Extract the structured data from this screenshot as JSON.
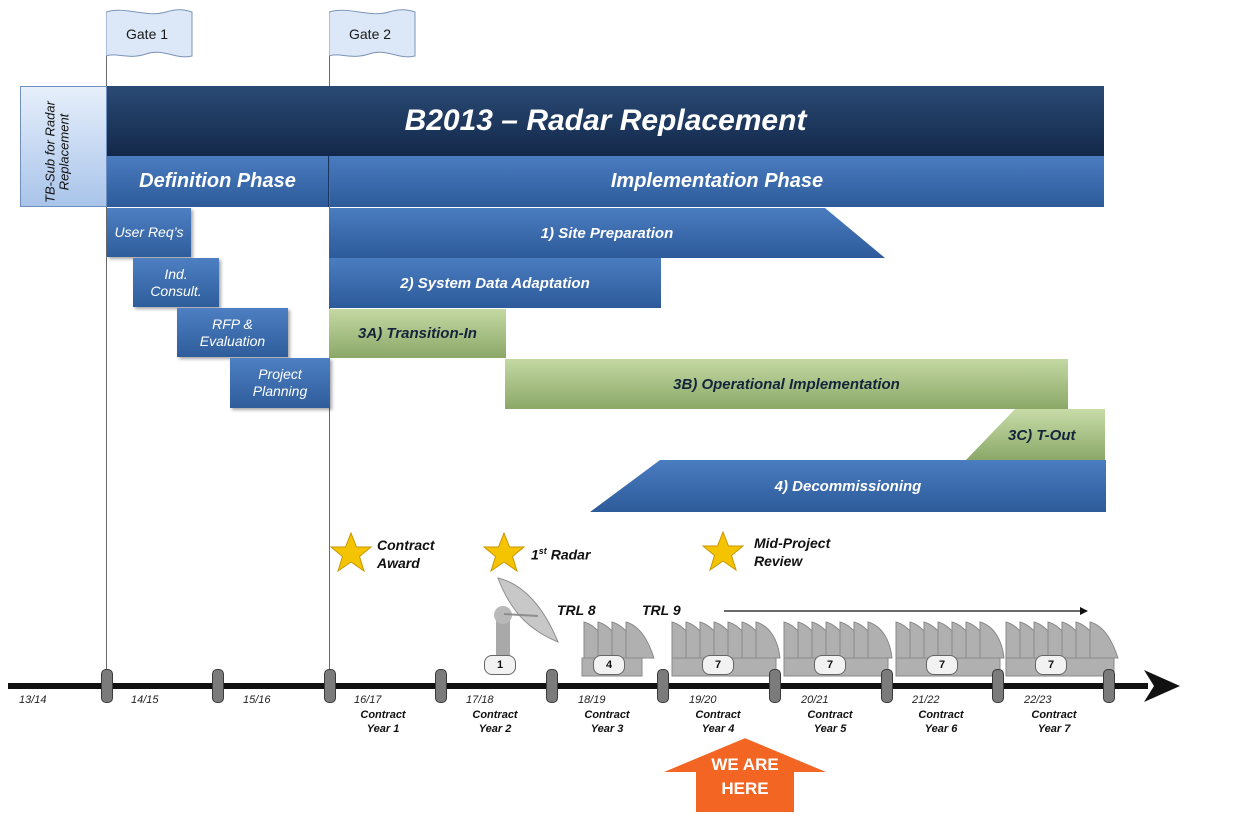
{
  "gates": [
    "Gate 1",
    "Gate 2"
  ],
  "sidebox": "TB-Sub for Radar Replacement",
  "title": "B2013 – Radar Replacement",
  "phases": {
    "definition": "Definition Phase",
    "implementation": "Implementation Phase"
  },
  "definition_tasks": [
    "User Req’s",
    "Ind. Consult.",
    "RFP & Evaluation",
    "Project Planning"
  ],
  "impl_tasks": {
    "site_prep": "1) Site Preparation",
    "system_data": "2) System Data Adaptation",
    "transition_in": "3A) Transition-In",
    "operational": "3B) Operational Implementation",
    "t_out": "3C) T-Out",
    "decommissioning": "4) Decommissioning"
  },
  "milestones": {
    "contract_award_1": "Contract",
    "contract_award_2": "Award",
    "first_radar": "Radar",
    "first_radar_num": "1",
    "first_radar_sup": "st",
    "mid_project_1": "Mid-Project",
    "mid_project_2": "Review"
  },
  "trl": [
    "TRL 8",
    "TRL 9"
  ],
  "radar_counts": [
    "1",
    "4",
    "7",
    "7",
    "7",
    "7"
  ],
  "years": [
    "13/14",
    "14/15",
    "15/16",
    "16/17",
    "17/18",
    "18/19",
    "19/20",
    "20/21",
    "21/22",
    "22/23"
  ],
  "contract_years": [
    [
      "Contract",
      "Year 1"
    ],
    [
      "Contract",
      "Year 2"
    ],
    [
      "Contract",
      "Year 3"
    ],
    [
      "Contract",
      "Year 4"
    ],
    [
      "Contract",
      "Year 5"
    ],
    [
      "Contract",
      "Year 6"
    ],
    [
      "Contract",
      "Year 7"
    ]
  ],
  "we_are_here": [
    "WE ARE",
    "HERE"
  ],
  "colors": {
    "navy": "#13284a",
    "blue": "#2d5b9a",
    "green": "#8ba868",
    "orange": "#f26522",
    "star": "#f5c400"
  }
}
